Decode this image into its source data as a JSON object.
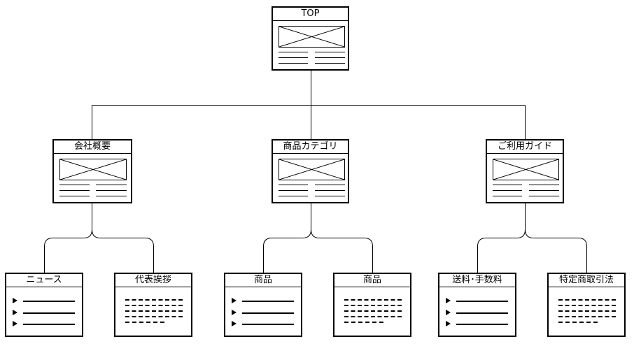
{
  "top": {
    "title": "TOP"
  },
  "sections": [
    {
      "title": "会社概要",
      "children": [
        {
          "title": "ニュース",
          "kind": "bullet-list"
        },
        {
          "title": "代表挨拶",
          "kind": "text"
        }
      ]
    },
    {
      "title": "商品カテゴリ",
      "children": [
        {
          "title": "商品",
          "kind": "bullet-list"
        },
        {
          "title": "商品",
          "kind": "text"
        }
      ]
    },
    {
      "title": "ご利用ガイド",
      "children": [
        {
          "title": "送料･手数料",
          "kind": "bullet-list"
        },
        {
          "title": "特定商取引法",
          "kind": "text"
        }
      ]
    }
  ]
}
